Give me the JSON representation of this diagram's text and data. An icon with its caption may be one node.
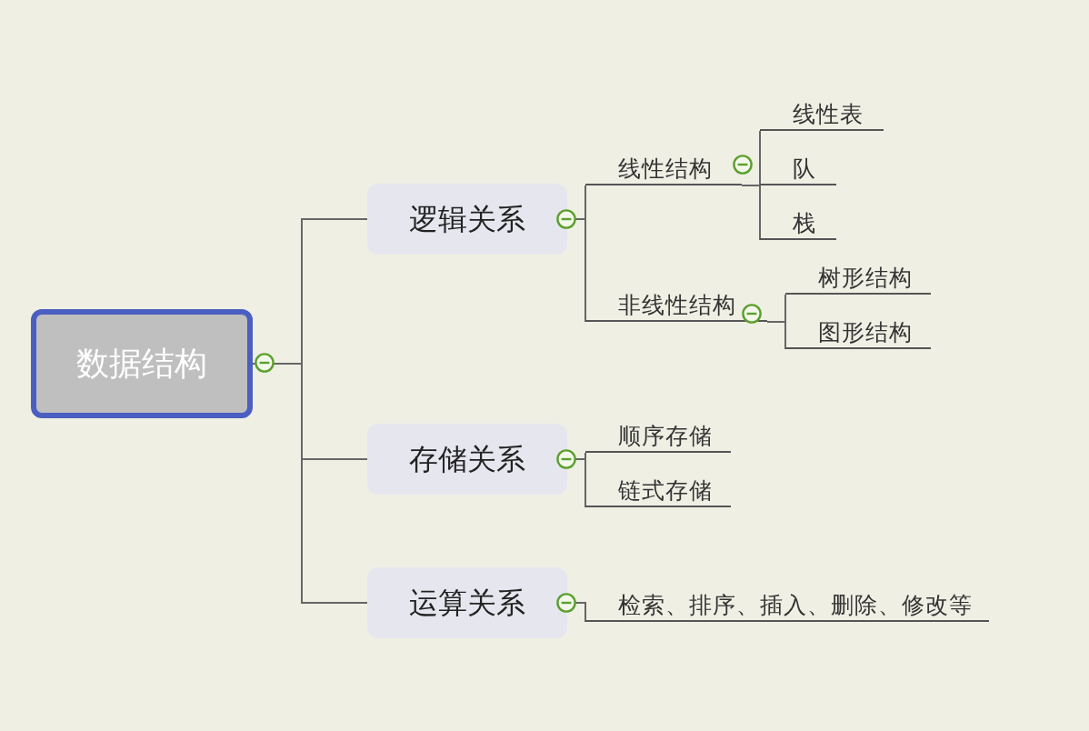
{
  "diagram": {
    "nodes": [
      {
        "text": [
          "数据结构"
        ]
      },
      {
        "text": [
          "逻辑关系"
        ]
      },
      {
        "text": [
          "存储关系"
        ]
      },
      {
        "text": [
          "运算关系"
        ]
      },
      {
        "text": [
          "线性结构"
        ]
      },
      {
        "text": [
          "非线性结构"
        ]
      },
      {
        "text": [
          "线性表"
        ]
      },
      {
        "text": [
          "队"
        ]
      },
      {
        "text": [
          "栈"
        ]
      },
      {
        "text": [
          "树形结构"
        ]
      },
      {
        "text": [
          "图形结构"
        ]
      },
      {
        "text": [
          "顺序存储"
        ]
      },
      {
        "text": [
          "链式存储"
        ]
      },
      {
        "text": [
          "检索、排序、插入、删除、修改等"
        ]
      }
    ],
    "edges": [
      {
        "from": 0,
        "to": 1,
        "arrow": "none"
      },
      {
        "from": 0,
        "to": 2,
        "arrow": "none"
      },
      {
        "from": 0,
        "to": 3,
        "arrow": "none"
      },
      {
        "from": 1,
        "to": 4,
        "arrow": "none"
      },
      {
        "from": 1,
        "to": 5,
        "arrow": "none"
      },
      {
        "from": 4,
        "to": 6,
        "arrow": "none"
      },
      {
        "from": 4,
        "to": 7,
        "arrow": "none"
      },
      {
        "from": 4,
        "to": 8,
        "arrow": "none"
      },
      {
        "from": 5,
        "to": 9,
        "arrow": "none"
      },
      {
        "from": 5,
        "to": 10,
        "arrow": "none"
      },
      {
        "from": 2,
        "to": 11,
        "arrow": "none"
      },
      {
        "from": 2,
        "to": 12,
        "arrow": "none"
      },
      {
        "from": 3,
        "to": 13,
        "arrow": "none"
      }
    ]
  }
}
